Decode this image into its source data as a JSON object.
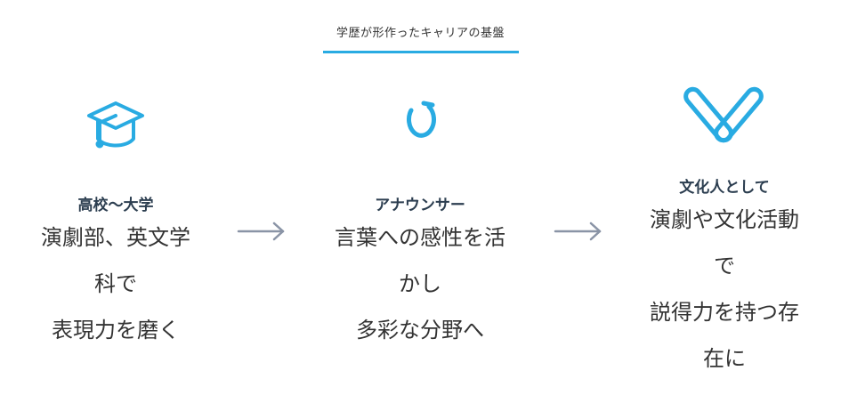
{
  "header": {
    "title": "学歴が形作ったキャリアの基盤"
  },
  "columns": [
    {
      "icon": "graduation-cap-icon",
      "title": "高校〜大学",
      "lines": [
        "演劇部、英文学",
        "科で",
        "表現力を磨く"
      ]
    },
    {
      "icon": "microphone-arc-icon",
      "title": "アナウンサー",
      "lines": [
        "言葉への感性を活",
        "かし",
        "多彩な分野へ"
      ]
    },
    {
      "icon": "crossed-tools-icon",
      "title": "文化人として",
      "lines": [
        "演劇や文化活動",
        "で",
        "説得力を持つ存",
        "在に"
      ]
    }
  ],
  "arrows": [
    "arrow-right-icon",
    "arrow-right-icon"
  ],
  "colors": {
    "accent": "#29abe2",
    "arrow": "#8a94a6",
    "title": "#2c3e50",
    "text": "#333333"
  }
}
